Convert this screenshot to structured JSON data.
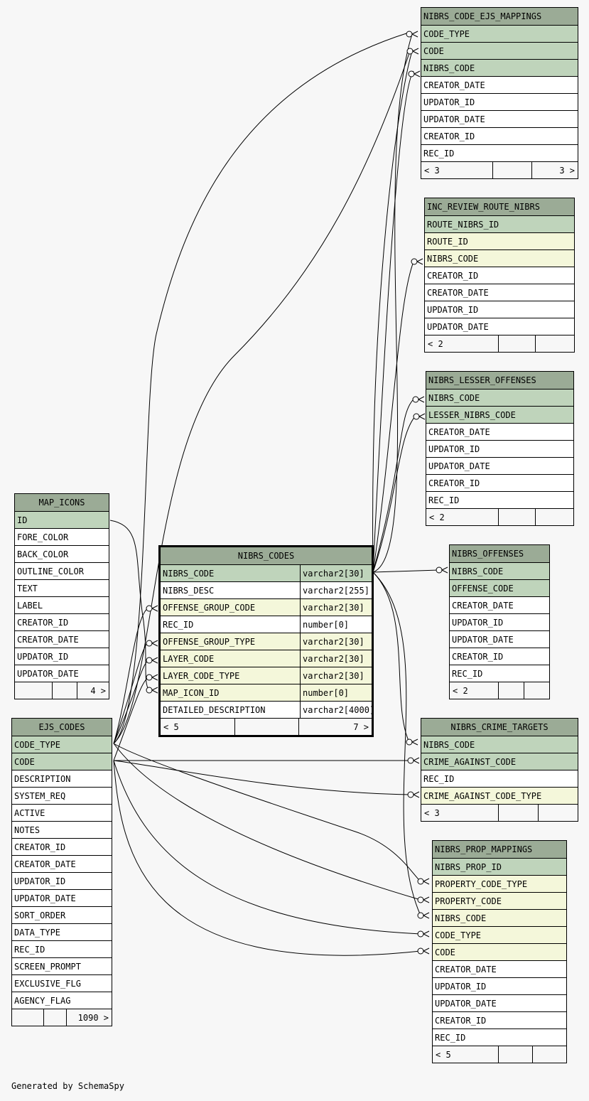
{
  "footer_text": "Generated by SchemaSpy",
  "tables": [
    {
      "name": "NIBRS_CODE_EJS_MAPPINGS",
      "columns": [
        {
          "n": "CODE_TYPE",
          "k": "pk"
        },
        {
          "n": "CODE",
          "k": "pk"
        },
        {
          "n": "NIBRS_CODE",
          "k": "pk"
        },
        {
          "n": "CREATOR_DATE",
          "k": ""
        },
        {
          "n": "UPDATOR_ID",
          "k": ""
        },
        {
          "n": "UPDATOR_DATE",
          "k": ""
        },
        {
          "n": "CREATOR_ID",
          "k": ""
        },
        {
          "n": "REC_ID",
          "k": ""
        }
      ],
      "footer": [
        "< 3",
        "",
        "3 >"
      ]
    },
    {
      "name": "INC_REVIEW_ROUTE_NIBRS",
      "columns": [
        {
          "n": "ROUTE_NIBRS_ID",
          "k": "pk"
        },
        {
          "n": "ROUTE_ID",
          "k": "fk"
        },
        {
          "n": "NIBRS_CODE",
          "k": "fk"
        },
        {
          "n": "CREATOR_ID",
          "k": ""
        },
        {
          "n": "CREATOR_DATE",
          "k": ""
        },
        {
          "n": "UPDATOR_ID",
          "k": ""
        },
        {
          "n": "UPDATOR_DATE",
          "k": ""
        }
      ],
      "footer": [
        "< 2",
        "",
        ""
      ]
    },
    {
      "name": "NIBRS_LESSER_OFFENSES",
      "columns": [
        {
          "n": "NIBRS_CODE",
          "k": "pk"
        },
        {
          "n": "LESSER_NIBRS_CODE",
          "k": "pk"
        },
        {
          "n": "CREATOR_DATE",
          "k": ""
        },
        {
          "n": "UPDATOR_ID",
          "k": ""
        },
        {
          "n": "UPDATOR_DATE",
          "k": ""
        },
        {
          "n": "CREATOR_ID",
          "k": ""
        },
        {
          "n": "REC_ID",
          "k": ""
        }
      ],
      "footer": [
        "< 2",
        "",
        ""
      ]
    },
    {
      "name": "MAP_ICONS",
      "columns": [
        {
          "n": "ID",
          "k": "pk"
        },
        {
          "n": "FORE_COLOR",
          "k": ""
        },
        {
          "n": "BACK_COLOR",
          "k": ""
        },
        {
          "n": "OUTLINE_COLOR",
          "k": ""
        },
        {
          "n": "TEXT",
          "k": ""
        },
        {
          "n": "LABEL",
          "k": ""
        },
        {
          "n": "CREATOR_ID",
          "k": ""
        },
        {
          "n": "CREATOR_DATE",
          "k": ""
        },
        {
          "n": "UPDATOR_ID",
          "k": ""
        },
        {
          "n": "UPDATOR_DATE",
          "k": ""
        }
      ],
      "footer": [
        "",
        "",
        "4 >"
      ]
    },
    {
      "name": "NIBRS_CODES",
      "columns": [
        {
          "n": "NIBRS_CODE",
          "t": "varchar2[30]",
          "k": "pk"
        },
        {
          "n": "NIBRS_DESC",
          "t": "varchar2[255]",
          "k": ""
        },
        {
          "n": "OFFENSE_GROUP_CODE",
          "t": "varchar2[30]",
          "k": "fk"
        },
        {
          "n": "REC_ID",
          "t": "number[0]",
          "k": ""
        },
        {
          "n": "OFFENSE_GROUP_TYPE",
          "t": "varchar2[30]",
          "k": "fk"
        },
        {
          "n": "LAYER_CODE",
          "t": "varchar2[30]",
          "k": "fk"
        },
        {
          "n": "LAYER_CODE_TYPE",
          "t": "varchar2[30]",
          "k": "fk"
        },
        {
          "n": "MAP_ICON_ID",
          "t": "number[0]",
          "k": "fk"
        },
        {
          "n": "DETAILED_DESCRIPTION",
          "t": "varchar2[4000]",
          "k": ""
        }
      ],
      "footer": [
        "< 5",
        "",
        "7 >"
      ]
    },
    {
      "name": "NIBRS_OFFENSES",
      "columns": [
        {
          "n": "NIBRS_CODE",
          "k": "pk"
        },
        {
          "n": "OFFENSE_CODE",
          "k": "pk"
        },
        {
          "n": "CREATOR_DATE",
          "k": ""
        },
        {
          "n": "UPDATOR_ID",
          "k": ""
        },
        {
          "n": "UPDATOR_DATE",
          "k": ""
        },
        {
          "n": "CREATOR_ID",
          "k": ""
        },
        {
          "n": "REC_ID",
          "k": ""
        }
      ],
      "footer": [
        "< 2",
        "",
        ""
      ]
    },
    {
      "name": "EJS_CODES",
      "columns": [
        {
          "n": "CODE_TYPE",
          "k": "pk"
        },
        {
          "n": "CODE",
          "k": "pk"
        },
        {
          "n": "DESCRIPTION",
          "k": ""
        },
        {
          "n": "SYSTEM_REQ",
          "k": ""
        },
        {
          "n": "ACTIVE",
          "k": ""
        },
        {
          "n": "NOTES",
          "k": ""
        },
        {
          "n": "CREATOR_ID",
          "k": ""
        },
        {
          "n": "CREATOR_DATE",
          "k": ""
        },
        {
          "n": "UPDATOR_ID",
          "k": ""
        },
        {
          "n": "UPDATOR_DATE",
          "k": ""
        },
        {
          "n": "SORT_ORDER",
          "k": ""
        },
        {
          "n": "DATA_TYPE",
          "k": ""
        },
        {
          "n": "REC_ID",
          "k": ""
        },
        {
          "n": "SCREEN_PROMPT",
          "k": ""
        },
        {
          "n": "EXCLUSIVE_FLG",
          "k": ""
        },
        {
          "n": "AGENCY_FLAG",
          "k": ""
        }
      ],
      "footer": [
        "",
        "",
        "1090 >"
      ]
    },
    {
      "name": "NIBRS_CRIME_TARGETS",
      "columns": [
        {
          "n": "NIBRS_CODE",
          "k": "pk"
        },
        {
          "n": "CRIME_AGAINST_CODE",
          "k": "pk"
        },
        {
          "n": "REC_ID",
          "k": ""
        },
        {
          "n": "CRIME_AGAINST_CODE_TYPE",
          "k": "fk"
        }
      ],
      "footer": [
        "< 3",
        "",
        ""
      ]
    },
    {
      "name": "NIBRS_PROP_MAPPINGS",
      "columns": [
        {
          "n": "NIBRS_PROP_ID",
          "k": "pk"
        },
        {
          "n": "PROPERTY_CODE_TYPE",
          "k": "fk"
        },
        {
          "n": "PROPERTY_CODE",
          "k": "fk"
        },
        {
          "n": "NIBRS_CODE",
          "k": "fk"
        },
        {
          "n": "CODE_TYPE",
          "k": "fk"
        },
        {
          "n": "CODE",
          "k": "fk"
        },
        {
          "n": "CREATOR_DATE",
          "k": ""
        },
        {
          "n": "UPDATOR_ID",
          "k": ""
        },
        {
          "n": "UPDATOR_DATE",
          "k": ""
        },
        {
          "n": "CREATOR_ID",
          "k": ""
        },
        {
          "n": "REC_ID",
          "k": ""
        }
      ],
      "footer": [
        "< 5",
        "",
        ""
      ]
    }
  ]
}
